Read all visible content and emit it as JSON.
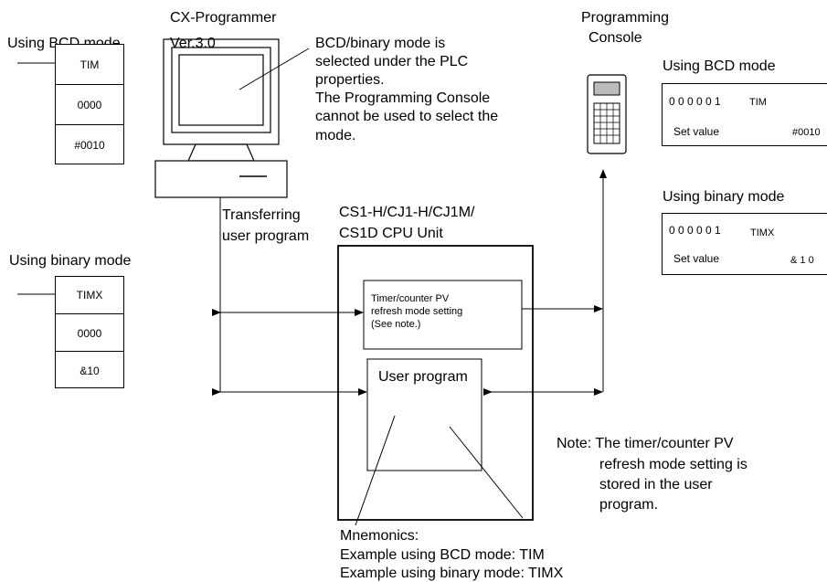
{
  "cx_programmer": {
    "title_line1": "CX-Programmer",
    "title_line2": "Ver.3.0",
    "note_line1": "BCD/binary mode is",
    "note_line2": "selected under the PLC",
    "note_line3": "properties.",
    "note_line4": "The Programming Console",
    "note_line5": "cannot be used to select the",
    "note_line6": "mode."
  },
  "left_bcd": {
    "heading": "Using BCD mode",
    "cells": [
      "TIM",
      "0000",
      "#0010"
    ]
  },
  "left_binary": {
    "heading": "Using binary mode",
    "cells": [
      "TIMX",
      "0000",
      "&10"
    ]
  },
  "console": {
    "title_line1": "Programming",
    "title_line2": "Console"
  },
  "right_bcd": {
    "heading": "Using BCD mode",
    "address": "0 0 0 0 0 1",
    "instruction": "TIM",
    "set_label": "Set value",
    "set_value": "#0010"
  },
  "right_binary": {
    "heading": "Using binary mode",
    "address": "0 0 0 0 0 1",
    "instruction": "TIMX",
    "set_label": "Set value",
    "set_value": "& 1 0"
  },
  "transfer": {
    "line1": "Transferring",
    "line2": "user program"
  },
  "cpu": {
    "title_line1": "CS1-H/CJ1-H/CJ1M/",
    "title_line2": "CS1D CPU Unit",
    "setting_line1": "Timer/counter PV",
    "setting_line2": "refresh mode setting",
    "setting_line3": "(See note.)",
    "user_program": "User program"
  },
  "note": {
    "line1": "Note: The timer/counter PV",
    "line2": "refresh mode setting is",
    "line3": "stored in the user",
    "line4": "program."
  },
  "mnemonics": {
    "line1": "Mnemonics:",
    "line2": "Example using BCD mode: TIM",
    "line3": "Example using binary mode: TIMX"
  }
}
